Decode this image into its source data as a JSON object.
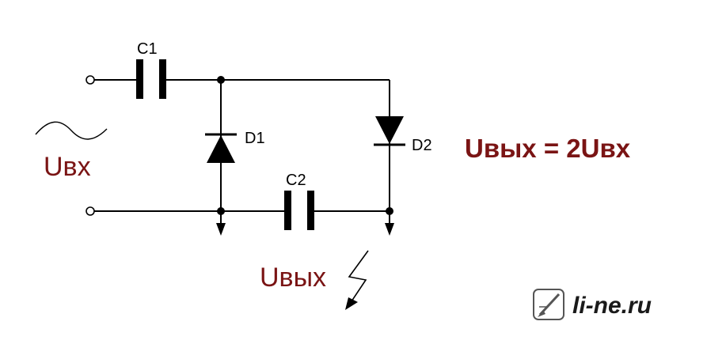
{
  "labels": {
    "c1": "C1",
    "c2": "C2",
    "d1": "D1",
    "d2": "D2",
    "u_in": "Uвх",
    "u_out": "Uвых",
    "formula": "Uвых = 2Uвх"
  },
  "watermark": {
    "text": "li-ne.ru",
    "icon": "pencil-badge-icon"
  },
  "colors": {
    "accent": "#7a1414",
    "line": "#000000"
  }
}
